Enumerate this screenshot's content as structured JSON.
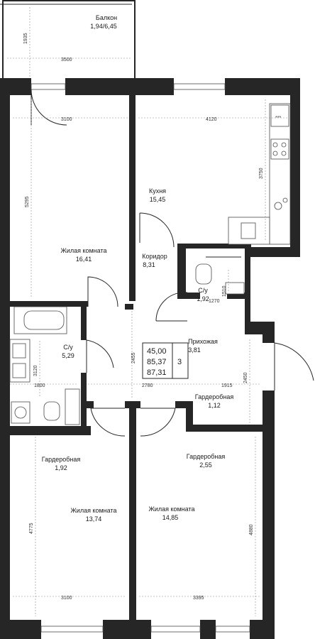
{
  "rooms": [
    {
      "id": "balcony",
      "name": "Балкон",
      "area": "1,94/6,45"
    },
    {
      "id": "living1",
      "name": "Жилая комната",
      "area": "16,41"
    },
    {
      "id": "kitchen",
      "name": "Кухня",
      "area": "15,45"
    },
    {
      "id": "corridor",
      "name": "Коридор",
      "area": "8,31"
    },
    {
      "id": "wc_small",
      "name": "С/у",
      "area": "1,92"
    },
    {
      "id": "bath",
      "name": "С/у",
      "area": "5,29"
    },
    {
      "id": "hall",
      "name": "Прихожая",
      "area": "3,81"
    },
    {
      "id": "closet_mid",
      "name": "Гардеробная",
      "area": "1,12"
    },
    {
      "id": "closet_left",
      "name": "Гардеробная",
      "area": "1,92"
    },
    {
      "id": "living2",
      "name": "Жилая комната",
      "area": "13,74"
    },
    {
      "id": "closet_right",
      "name": "Гардеробная",
      "area": "2,55"
    },
    {
      "id": "living3",
      "name": "Жилая комната",
      "area": "14,85"
    }
  ],
  "dimensions": {
    "balcony_height": "1935",
    "balcony_width": "3500",
    "living1_width": "3100",
    "kitchen_width": "4120",
    "living1_height": "5295",
    "kitchen_height": "3750",
    "wc_small_height": "1510",
    "wc_small_width": "1270",
    "bath_height": "3120",
    "bath_width": "1800",
    "corridor_height": "2455",
    "corridor_width": "2780",
    "hall_width": "1915",
    "hall_height": "2450",
    "living2_height": "4775",
    "living3_height": "4880",
    "living2_width": "3100",
    "living3_width": "3395"
  },
  "summary": {
    "area_living": "45,00",
    "area_total": "85,37",
    "area_with_balcony": "87,31",
    "rooms_count": "3"
  },
  "colors": {
    "wall": "#262626",
    "background": "#ffffff"
  }
}
